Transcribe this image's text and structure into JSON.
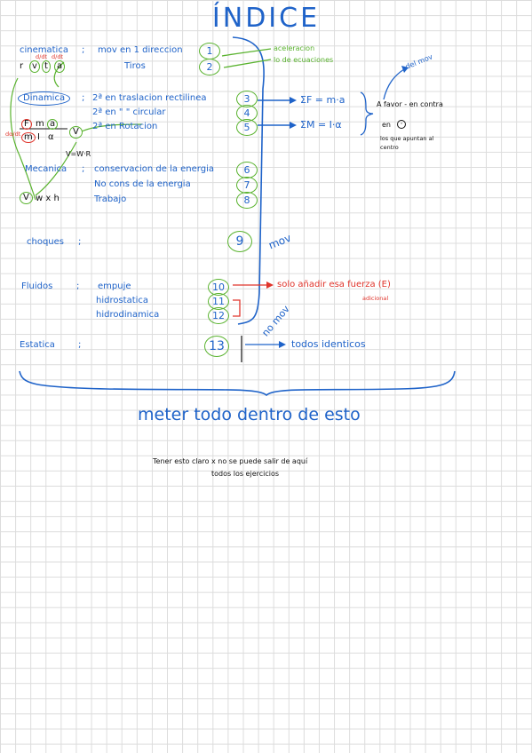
{
  "title": "ÍNDICE",
  "topics": {
    "cinematica": {
      "label": "cinematica",
      "rows": [
        {
          "text": "mov en 1 direccion",
          "num": "1"
        },
        {
          "text": "Tiros",
          "num": "2"
        }
      ]
    },
    "dinamica": {
      "label": "Dinamica",
      "rows": [
        {
          "text": "2ª en traslacion rectilinea",
          "num": "3"
        },
        {
          "text": "2ª en    \"        \" circular",
          "num": "4"
        },
        {
          "text": "2ª en Rotacion",
          "num": "5"
        }
      ]
    },
    "mecanica": {
      "label": "Mecanica",
      "rows": [
        {
          "text": "conservacion de la energia",
          "num": "6"
        },
        {
          "text": "No cons    de la energia",
          "num": "7"
        },
        {
          "text": "Trabajo",
          "num": "8"
        }
      ]
    },
    "choques": {
      "label": "choques",
      "num": "9"
    },
    "fluidos": {
      "label": "Fluidos",
      "rows": [
        {
          "text": "empuje",
          "num": "10"
        },
        {
          "text": "hidrostatica",
          "num": "11"
        },
        {
          "text": "hidrodinamica",
          "num": "12"
        }
      ]
    },
    "estatica": {
      "label": "Estatica",
      "num": "13"
    }
  },
  "semicolon": ";",
  "notes": {
    "aceleracion": "aceleracion",
    "ecuaciones": "lo de ecuaciones",
    "sum_f": "ΣF = m·a",
    "sum_m": "ΣM = I·α",
    "afavor": "A favor - en contra",
    "del_mov": "del mov",
    "en": "en",
    "centro": "los que apuntan al centro",
    "v_formula": "V=W·R",
    "whv_w": "w x h",
    "mov": "mov",
    "no_mov": "no mov",
    "solo_anadir": "solo añadir esa fuerza (E)",
    "adicional": "adicional",
    "todos_identicos": "todos identicos",
    "meter": "meter todo dentro de esto",
    "tener_1": "Tener esto claro x no se puede salir de aquí",
    "tener_2": "todos los ejercicios"
  },
  "symbols": {
    "r": "r",
    "v": "v",
    "a_sym": "a",
    "t_sym": "t",
    "f": "F",
    "m1": "m",
    "a2": "a",
    "m2": "m",
    "i": "I",
    "alpha": "α",
    "v_big": "V",
    "v_small": "V",
    "ddt": "d/dt",
    "dadt": "dα/dt"
  },
  "colors": {
    "blue": "#1f63c9",
    "green": "#5ab32f",
    "red": "#e0342b",
    "black": "#111111"
  }
}
